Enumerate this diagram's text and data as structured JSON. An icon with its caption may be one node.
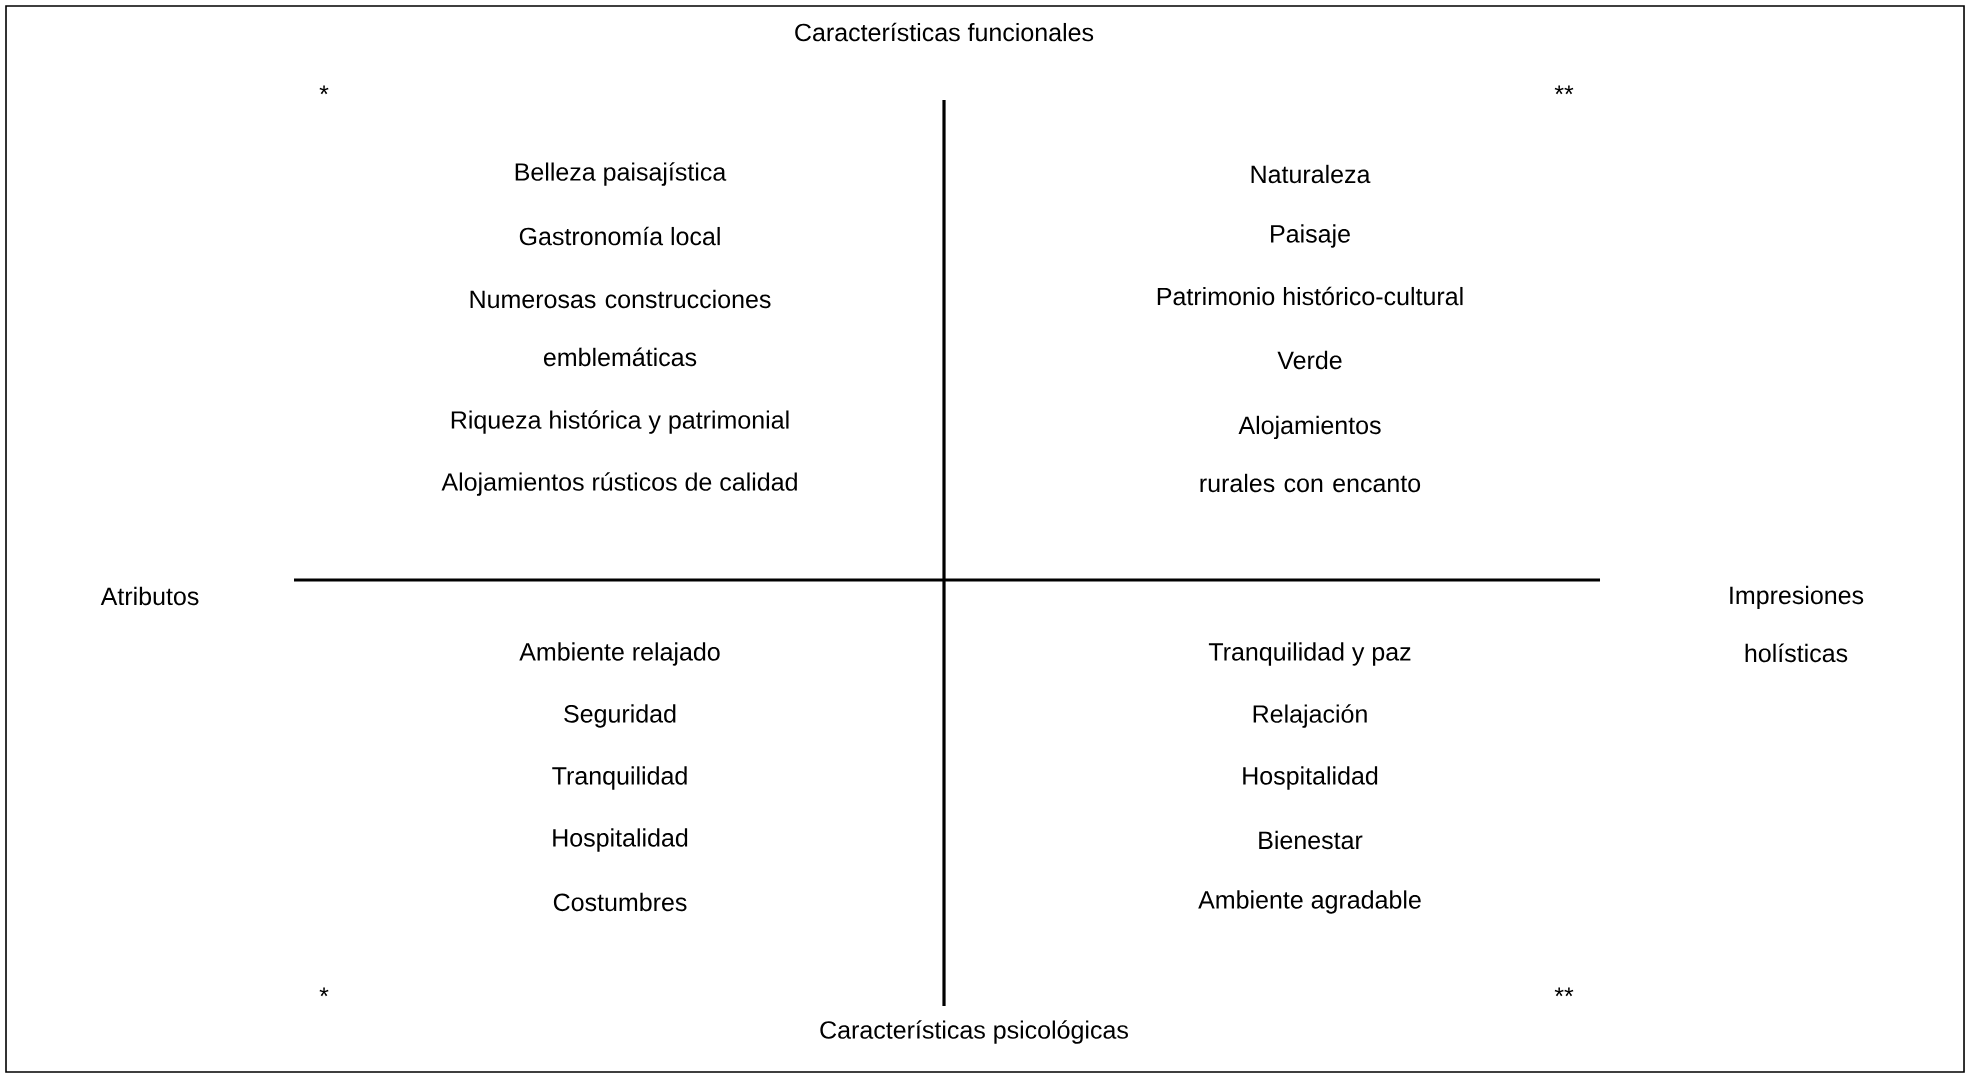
{
  "diagram": {
    "labels": [
      "Características funcionales",
      "*",
      "**",
      "Belleza paisajística",
      "Gastronomía local",
      "Numerosas construcciones emblemáticas",
      "Riqueza histórica y patrimonial",
      "Alojamientos rústicos de calidad",
      "Naturaleza",
      "Paisaje",
      "Patrimonio histórico-cultural",
      "Verde",
      "Alojamientos rurales con encanto",
      "Atributos",
      "Impresiones holísticas",
      "Ambiente relajado",
      "Seguridad",
      "Tranquilidad",
      "Hospitalidad",
      "Costumbres",
      "Tranquilidad y paz",
      "Relajación",
      "Hospitalidad",
      "Bienestar",
      "Ambiente agradable",
      "*",
      "**",
      "Características psicológicas"
    ]
  }
}
